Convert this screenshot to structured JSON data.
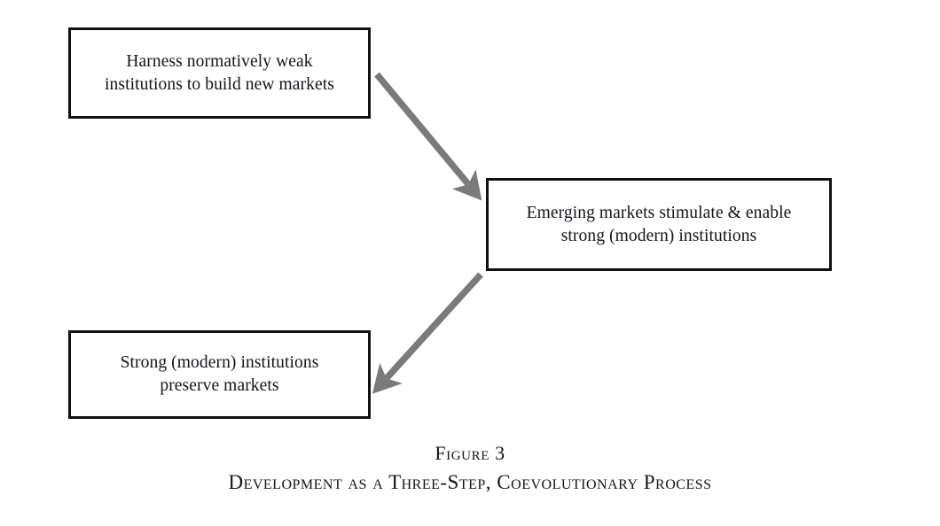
{
  "figure": {
    "background_color": "#ffffff",
    "box_border_color": "#111111",
    "arrow_color": "#7a7a7a",
    "text_color": "#13131d",
    "nodes": [
      {
        "id": "harness",
        "label": "Harness normatively weak\ninstitutions to build new markets",
        "line1": "Harness normatively weak",
        "line2": "institutions to build new markets"
      },
      {
        "id": "emerging",
        "label": "Emerging markets stimulate & enable\nstrong (modern) institutions",
        "line1": "Emerging markets stimulate & enable",
        "line2": "strong (modern) institutions"
      },
      {
        "id": "strong",
        "label": "Strong (modern) institutions\npreserve markets",
        "line1": "Strong (modern) institutions",
        "line2": "preserve markets"
      }
    ],
    "arrows": [
      {
        "id": "harness-to-emerging",
        "from": "harness",
        "to": "emerging",
        "direction": "down-right"
      },
      {
        "id": "emerging-to-strong",
        "from": "emerging",
        "to": "strong",
        "direction": "down-left"
      }
    ],
    "caption": {
      "figure_number": "Figure 3",
      "title": "Development as a Three-Step, Coevolutionary Process"
    }
  },
  "chart_data": {
    "type": "diagram",
    "title": "Development as a Three-Step, Coevolutionary Process",
    "subtitle": "Figure 3",
    "nodes": [
      "Harness normatively weak institutions to build new markets",
      "Emerging markets stimulate & enable strong (modern) institutions",
      "Strong (modern) institutions preserve markets"
    ],
    "edges": [
      {
        "source": 0,
        "target": 1
      },
      {
        "source": 1,
        "target": 2
      }
    ]
  }
}
